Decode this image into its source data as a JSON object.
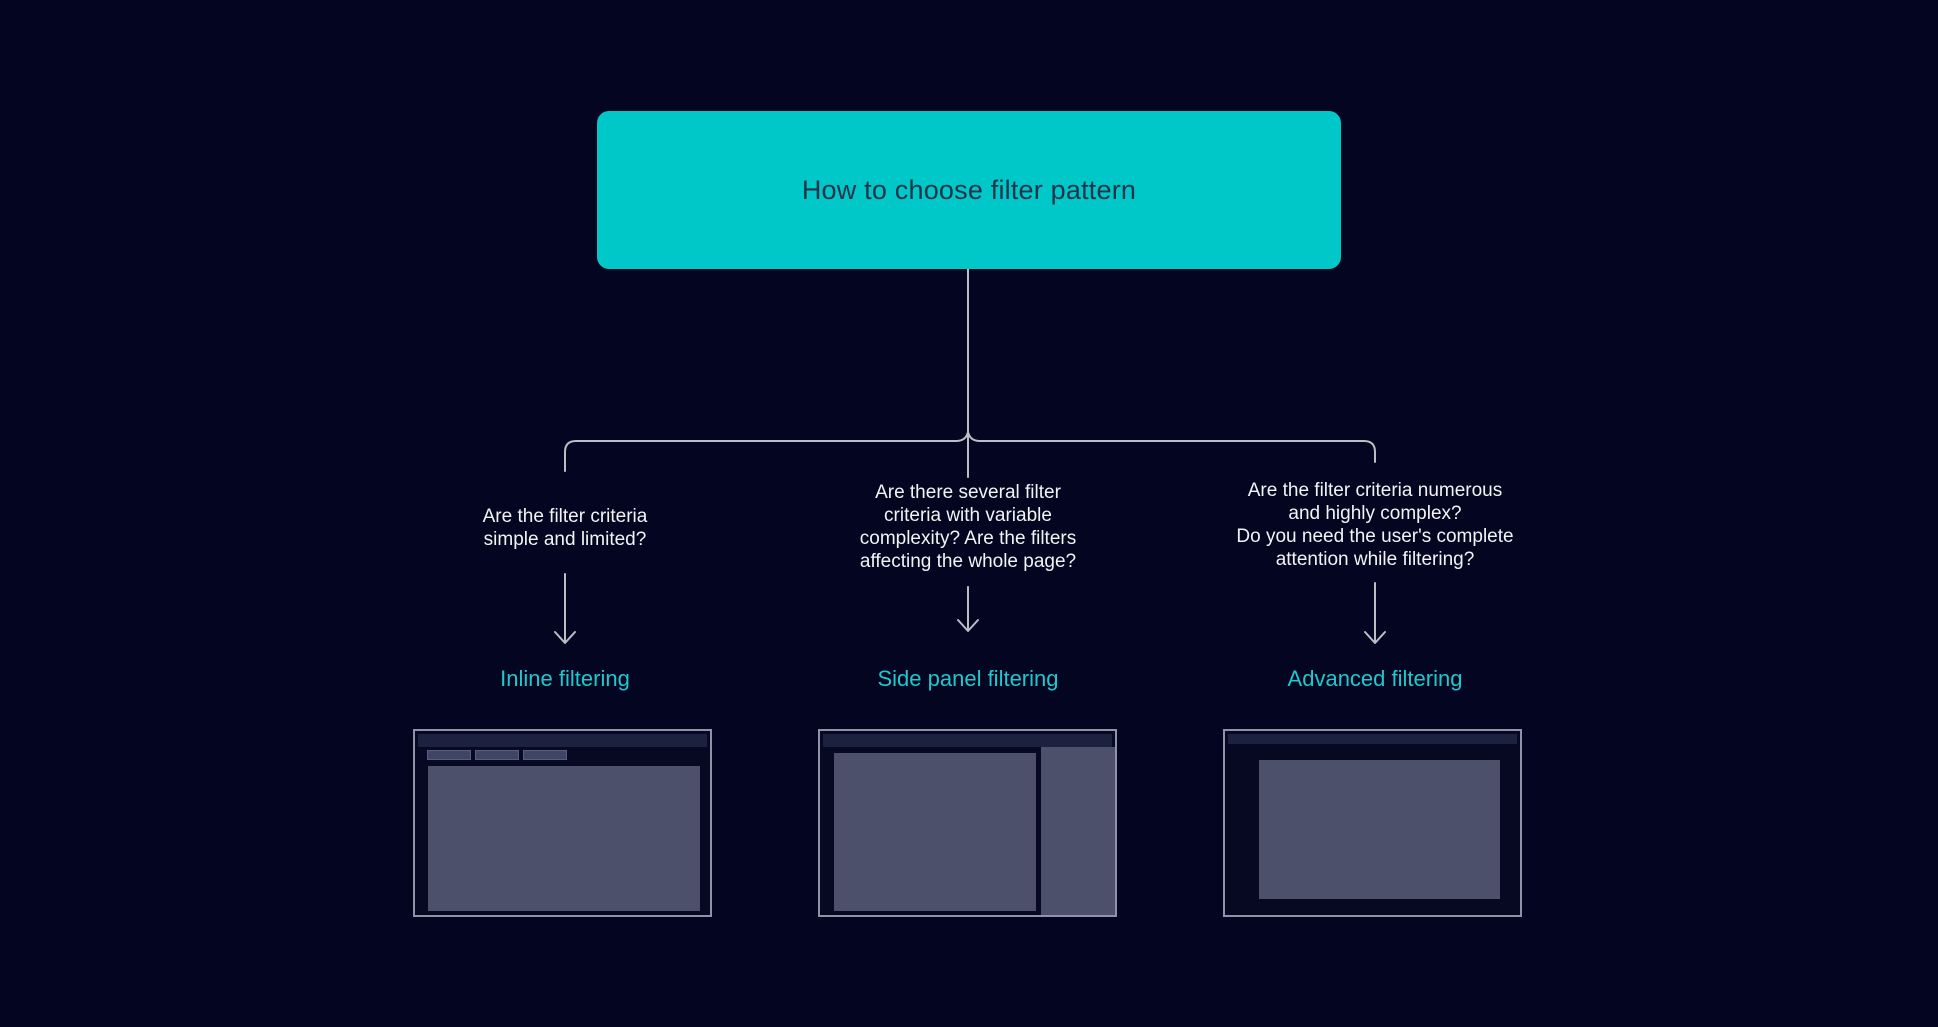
{
  "diagram": {
    "title": "How to choose filter pattern"
  },
  "branches": [
    {
      "id": "inline-filtering",
      "question": "Are the filter criteria\nsimple and limited?",
      "label": "Inline filtering",
      "wireframe": "page-with-inline-filter-chips"
    },
    {
      "id": "side-panel-filtering",
      "question": "Are there several filter\ncriteria with variable\ncomplexity? Are the filters\naffecting the whole page?",
      "label": "Side panel filtering",
      "wireframe": "page-with-right-side-filter-panel"
    },
    {
      "id": "advanced-filtering",
      "question": "Are the filter criteria numerous\nand highly complex?\nDo you need the user's complete\nattention while filtering?",
      "label": "Advanced filtering",
      "wireframe": "page-with-centered-filter-modal"
    }
  ],
  "colors": {
    "bg": "#040520",
    "accent-teal": "#00c8c9",
    "title-text": "#263349",
    "line": "#bcbec6",
    "question-text": "#f2f3f5",
    "label-teal": "#1cc9ce",
    "frame-border": "#8f93a7",
    "frame-bg": "#070922",
    "frame-header": "#1d2140",
    "frame-block": "#4c506b",
    "frame-chip": "#414565",
    "frame-chip-border": "#5a5e7d"
  }
}
